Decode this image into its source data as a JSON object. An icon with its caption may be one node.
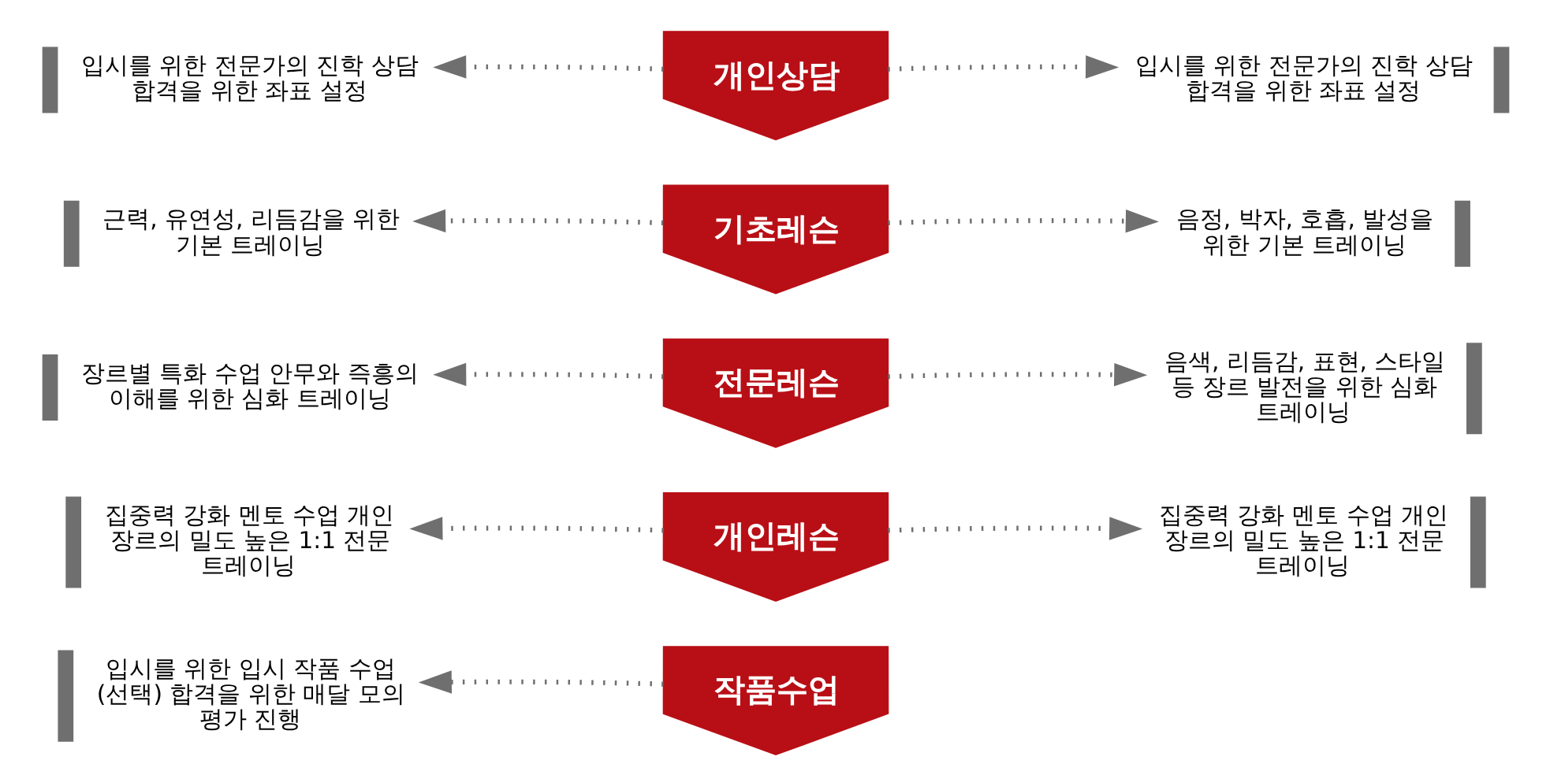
{
  "diagram": {
    "nodes": [
      {
        "text": [
          "입시를 위한 전문가의 진학 상담 합격을 위한 좌표 설정"
        ]
      },
      {
        "text": [
          "개인상담"
        ]
      },
      {
        "text": [
          "입시를 위한 전문가의 진학 상담 합격을 위한 좌표 설정"
        ]
      },
      {
        "text": [
          "근력, 유연성, 리듬감을 위한 기본 트레이닝"
        ]
      },
      {
        "text": [
          "기초레슨"
        ]
      },
      {
        "text": [
          "음정, 박자, 호흡, 발성을 위한 기본 트레이닝"
        ]
      },
      {
        "text": [
          "장르별 특화 수업 안무와 즉흥의 이해를 위한 심화 트레이닝"
        ]
      },
      {
        "text": [
          "전문레슨"
        ]
      },
      {
        "text": [
          "음색, 리듬감, 표현, 스타일 등 장르 발전을 위한 심화 트레이닝"
        ]
      },
      {
        "text": [
          "집중력 강화 멘토 수업 개인 장르의 밀도 높은 1:1 전문 트레이닝"
        ]
      },
      {
        "text": [
          "개인레슨"
        ]
      },
      {
        "text": [
          "집중력 강화 멘토 수업 개인 장르의 밀도 높은 1:1 전문 트레이닝"
        ]
      },
      {
        "text": [
          "입시를 위한 입시 작품 수업 (선택) 합격을 위한 매달 모의 평가 진행"
        ]
      },
      {
        "text": [
          "작품수업"
        ]
      }
    ],
    "edges": [
      {
        "from": 1,
        "to": 0,
        "arrow": "to",
        "style": "dashed"
      },
      {
        "from": 1,
        "to": 2,
        "arrow": "to",
        "style": "dashed"
      },
      {
        "from": 4,
        "to": 3,
        "arrow": "to",
        "style": "dashed"
      },
      {
        "from": 4,
        "to": 5,
        "arrow": "to",
        "style": "dashed"
      },
      {
        "from": 7,
        "to": 6,
        "arrow": "to",
        "style": "dashed"
      },
      {
        "from": 7,
        "to": 8,
        "arrow": "to",
        "style": "dashed"
      },
      {
        "from": 10,
        "to": 9,
        "arrow": "to",
        "style": "dashed"
      },
      {
        "from": 10,
        "to": 11,
        "arrow": "to",
        "style": "dashed"
      },
      {
        "from": 13,
        "to": 12,
        "arrow": "to",
        "style": "dashed"
      }
    ]
  }
}
